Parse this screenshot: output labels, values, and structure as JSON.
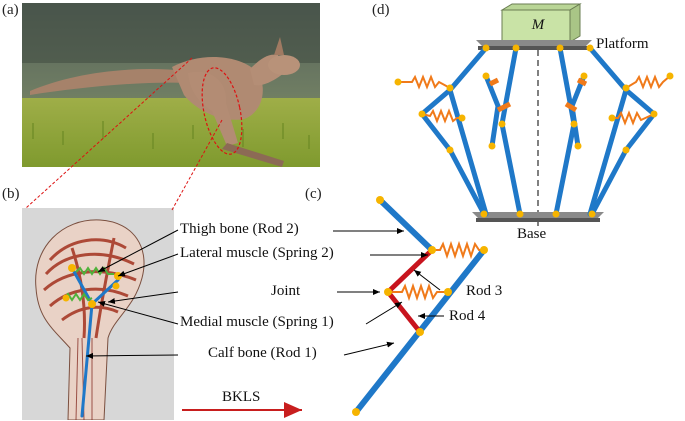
{
  "panels": {
    "a": "(a)",
    "b": "(b)",
    "c": "(c)",
    "d": "(d)"
  },
  "annotations": {
    "thigh": "Thigh bone  (Rod 2)",
    "lateral": "Lateral muscle (Spring 2)",
    "joint": "Joint",
    "medial": "Medial muscle (Spring 1)",
    "calf": "Calf bone (Rod 1)",
    "rod3": "Rod 3",
    "rod4": "Rod 4",
    "bkls": "BKLS"
  },
  "platform_diagram": {
    "mass": "M",
    "platform": "Platform",
    "base": "Base"
  },
  "colors": {
    "rod": "#1f78c8",
    "joint": "#f6b400",
    "spring": "#f07a1a",
    "rod_red": "#c8141e",
    "arrow_red": "#c81e1e",
    "mass_fill": "#c9e3a6",
    "platform_gray": "#6b6b6b"
  }
}
